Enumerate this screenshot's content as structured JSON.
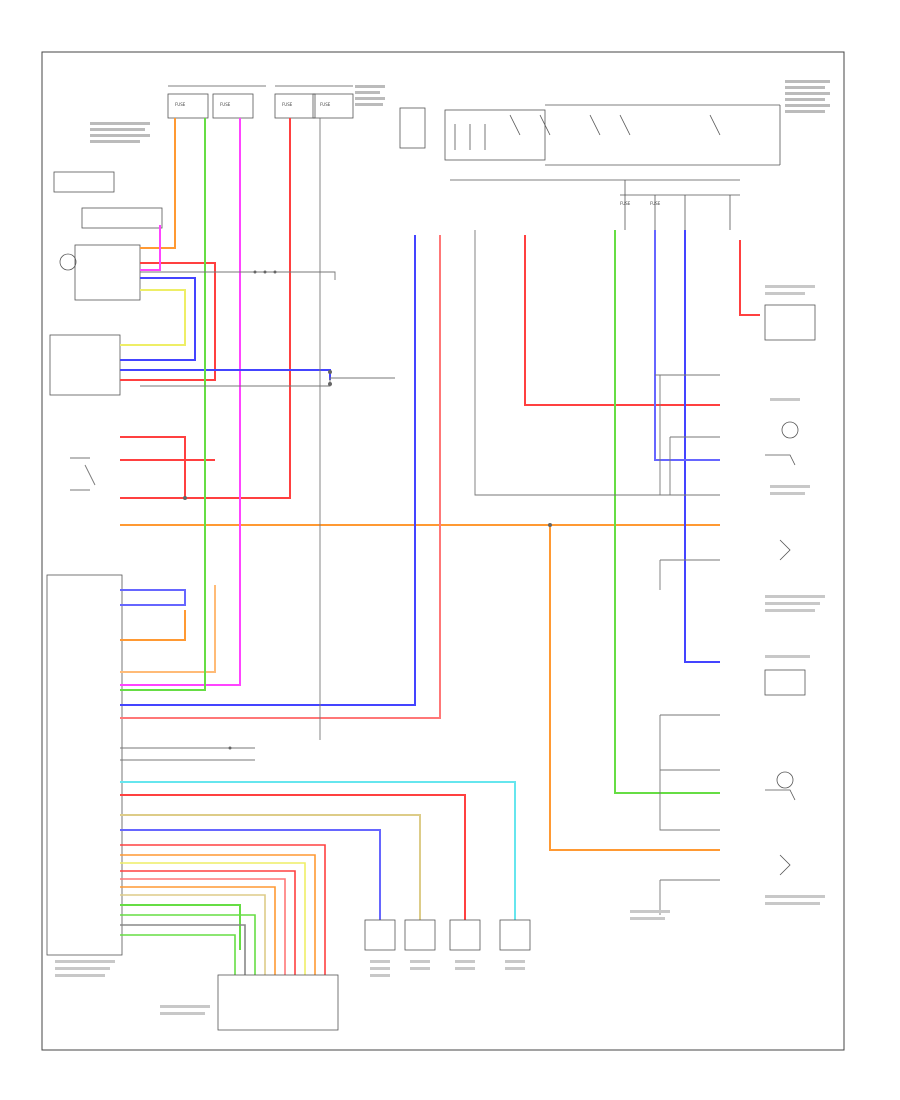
{
  "diagram": {
    "footer_code": "",
    "fuses": [
      {
        "id": "fuse-1",
        "label": "FUSE"
      },
      {
        "id": "fuse-2",
        "label": "FUSE"
      },
      {
        "id": "fuse-3",
        "label": "FUSE"
      },
      {
        "id": "fuse-4",
        "label": "FUSE"
      },
      {
        "id": "fuse-5",
        "label": "FUSE"
      },
      {
        "id": "fuse-6",
        "label": "FUSE"
      }
    ],
    "wire_colors": {
      "orange": "#ff9933",
      "red": "#ff4040",
      "pink": "#ff7777",
      "magenta": "#ff44ff",
      "blue": "#4444ff",
      "lightblue": "#66bbff",
      "cyan": "#66e6ee",
      "green": "#66dd44",
      "yellow": "#eeee66",
      "tan": "#ddcc88",
      "black": "#666666"
    }
  }
}
